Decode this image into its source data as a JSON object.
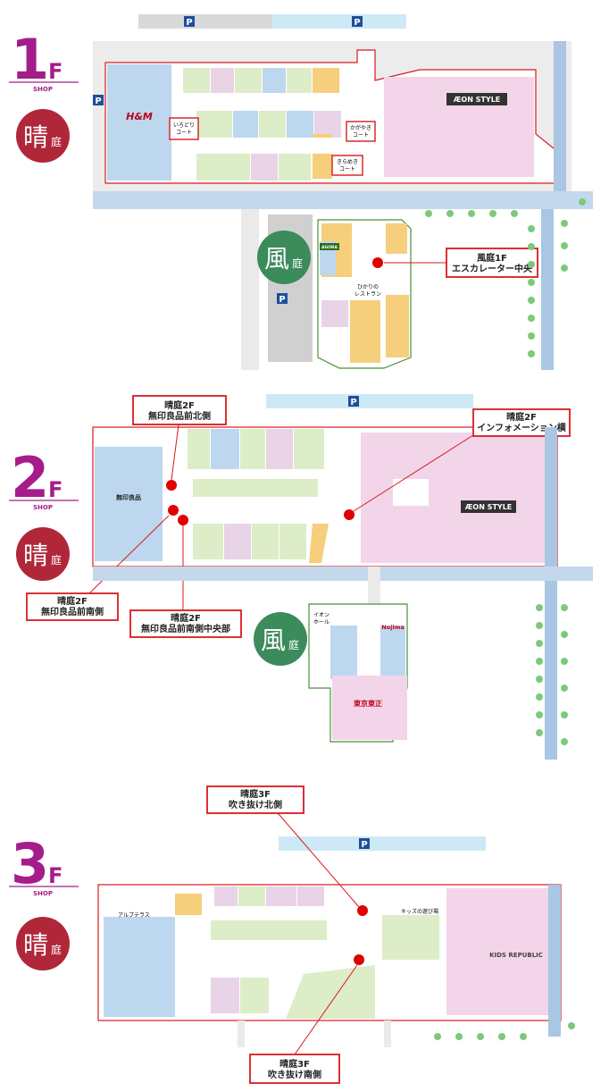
{
  "floors": [
    {
      "number": "1",
      "suffix": "F",
      "sub": "SHOP"
    },
    {
      "number": "2",
      "suffix": "F",
      "sub": "SHOP"
    },
    {
      "number": "3",
      "suffix": "F",
      "sub": "SHOP"
    }
  ],
  "badges": {
    "hare": {
      "big": "晴",
      "small": "庭"
    },
    "kaze": {
      "big": "風",
      "small": "庭"
    }
  },
  "parking": "P",
  "stores": {
    "hm": "H&M",
    "aeon_style": "ÆON STYLE",
    "muji": "無印良品",
    "aeon_hall": "イオン\nホール",
    "nojima": "Nojima",
    "kids_republic": "KIDS REPUBLIC",
    "alpu_terrace": "アルプテラス",
    "kids_play": "キッズの遊び場",
    "agora": "AGORA",
    "hikari_restaurant": "ひかりの\nレストラン",
    "south_store": "東京東正"
  },
  "courts": {
    "irodori": "いろどり\nコート",
    "kagayaki": "かがやき\nコート",
    "kirameki": "きらめき\nコート"
  },
  "callouts": {
    "kaze_1f": "風庭1F\nエスカレーター中央",
    "hare_2f_north": "晴庭2F\n無印良品前北側",
    "hare_2f_info": "晴庭2F\nインフォメーション横",
    "hare_2f_south": "晴庭2F\n無印良品前南側",
    "hare_2f_center": "晴庭2F\n無印良品前南側中央部",
    "hare_3f_north": "晴庭3F\n吹き抜け北側",
    "hare_3f_south": "晴庭3F\n吹き抜け南側"
  },
  "colors": {
    "brand_magenta": "#a51d8a",
    "badge_red": "#b0273a",
    "badge_green": "#3b8b5b",
    "hotspot": "#e00000",
    "callout_border": "#d81920"
  }
}
